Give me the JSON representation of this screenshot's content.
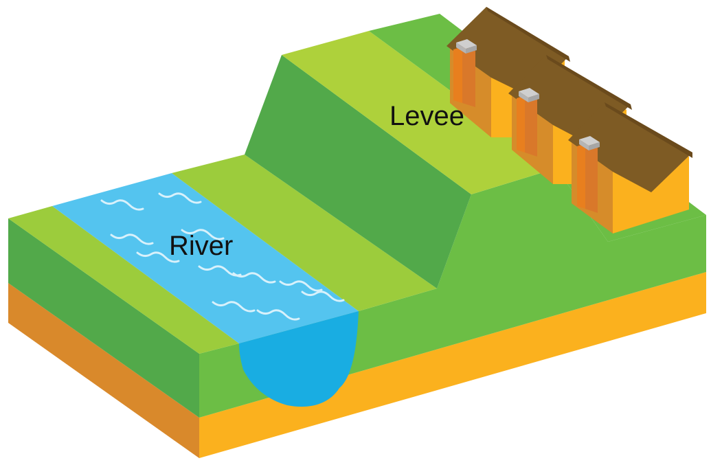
{
  "labels": {
    "river": "River",
    "levee": "Levee"
  },
  "colors": {
    "background": "#ffffff",
    "grass_top": "#9ccc3c",
    "levee_top": "#aed13b",
    "grass_front": "#6cbe45",
    "grass_side": "#52a94a",
    "levee_front_slope": "#62b548",
    "soil_front": "#fbb11e",
    "soil_side": "#d9892b",
    "water_surface": "#54c4ef",
    "water_section": "#19ade2",
    "ripple": "#d8f1fb",
    "house_front": "#fbb11e",
    "house_side": "#d68c2a",
    "roof": "#7e5b24",
    "roof_dark": "#6a4a1c",
    "chimney": "#e87f1e",
    "chimney_cap": "#cfcfcf"
  },
  "icons": [
    "house-icon",
    "chimney-icon"
  ],
  "house_count": 3
}
